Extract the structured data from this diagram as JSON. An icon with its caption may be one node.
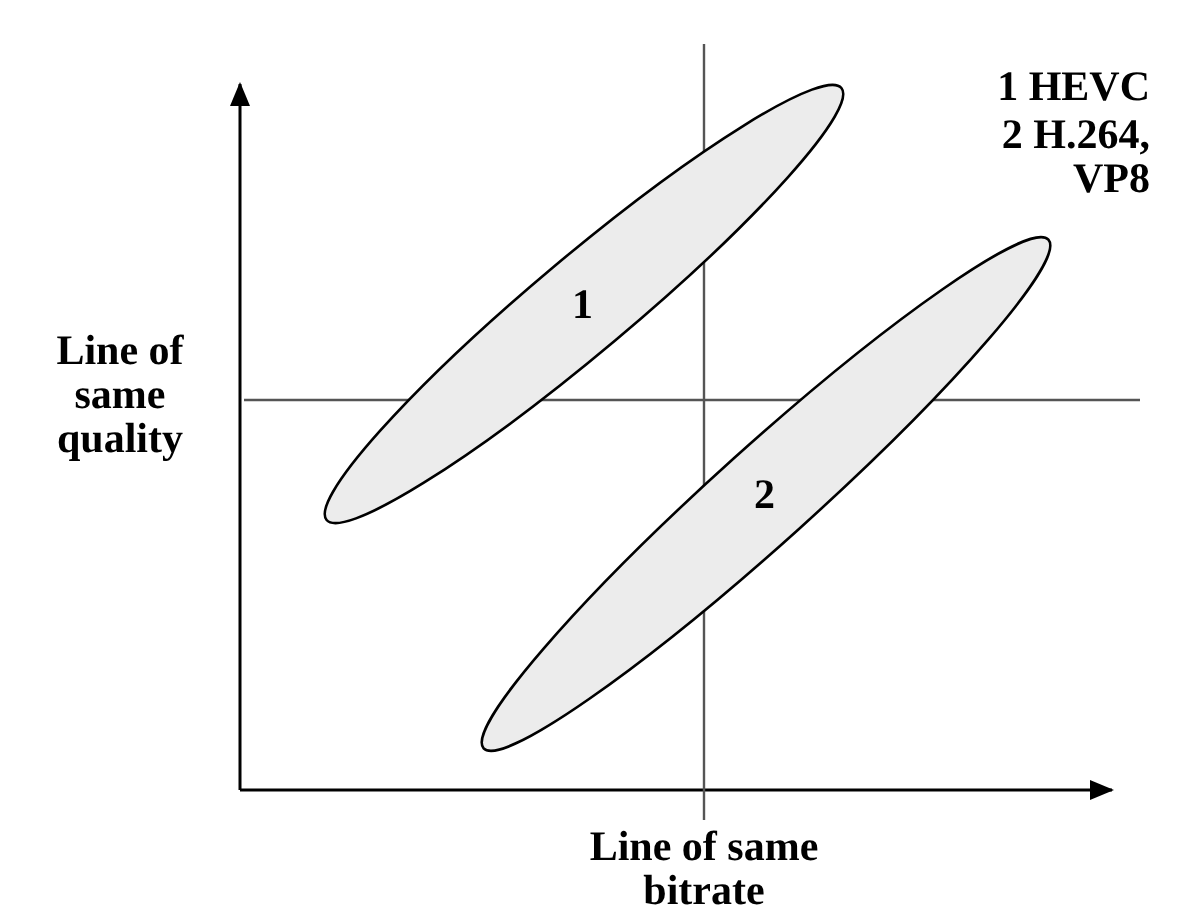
{
  "diagram": {
    "nodes": [
      {
        "text": [
          "1"
        ]
      },
      {
        "text": [
          "2"
        ]
      }
    ],
    "labels": [
      "1 HEVC",
      "2 H.264, VP8",
      "Line of same quality",
      "Line of same bitrate"
    ]
  }
}
